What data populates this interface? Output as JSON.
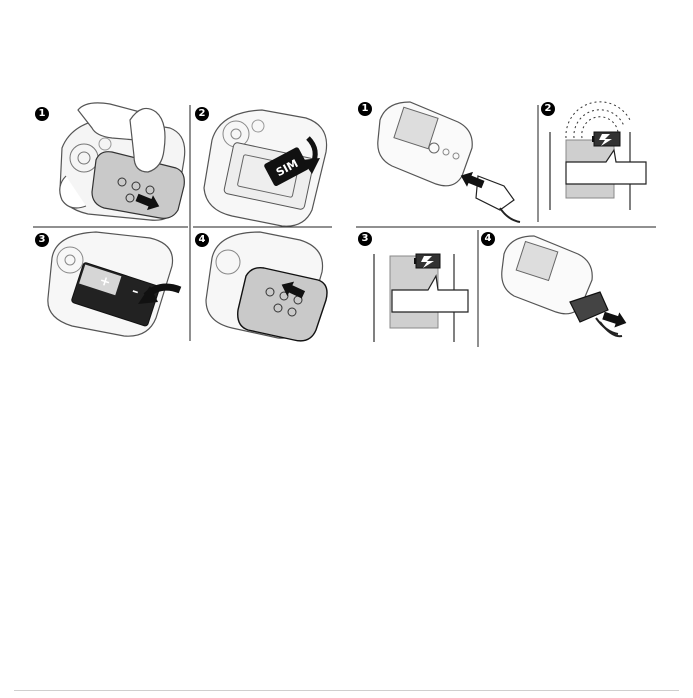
{
  "colors": {
    "stroke": "#444444",
    "light_gray": "#d9d9d9",
    "mid_gray": "#b8b8b8",
    "dark": "#111111",
    "white": "#ffffff"
  },
  "left_panels": [
    {
      "number": "1"
    },
    {
      "number": "2",
      "sim_label": "SIM"
    },
    {
      "number": "3",
      "battery_plus": "+",
      "battery_minus": "–"
    },
    {
      "number": "4"
    }
  ],
  "right_panels": [
    {
      "number": "1"
    },
    {
      "number": "2",
      "icon": "charging-battery-icon"
    },
    {
      "number": "3",
      "icon": "charging-battery-icon"
    },
    {
      "number": "4"
    }
  ]
}
